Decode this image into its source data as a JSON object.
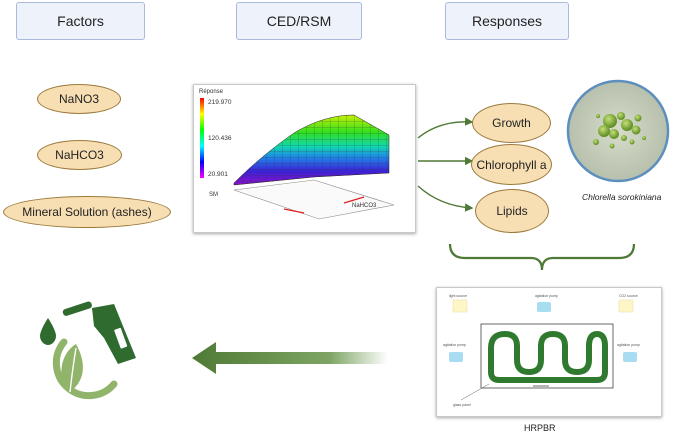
{
  "headers": {
    "factors": "Factors",
    "ced_rsm": "CED/RSM",
    "responses": "Responses"
  },
  "factors": [
    "NaNO3",
    "NaHCO3",
    "Mineral Solution (ashes)"
  ],
  "responses": [
    "Growth",
    "Chlorophyll a",
    "Lipids"
  ],
  "surface_plot": {
    "title": "Réponse",
    "scale_max": "219.970",
    "scale_mid": "120.436",
    "scale_min": "20.901",
    "axis_left": "SM",
    "axis_right": "NaHCO3"
  },
  "microalgae_caption": "Chlorella sorokiniana",
  "reactor": {
    "label": "HRPBR",
    "caption_tl": "light source",
    "caption_tm": "agitation pump",
    "caption_tr": "CO2 source",
    "caption_ml": "agitation pump",
    "caption_mr": "agitation pump",
    "caption_bl": "glass panel"
  },
  "colors": {
    "pill_fill": "#f7dfb3",
    "pill_border": "#9b7a3d",
    "arrow_green": "#4f7a35",
    "header_fill": "#eef2fb"
  },
  "icons": {
    "biofuel": "fuel-drop-leaf-icon"
  }
}
